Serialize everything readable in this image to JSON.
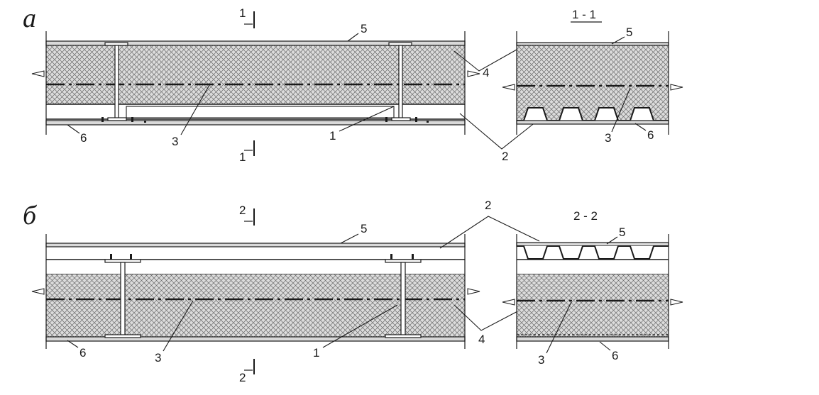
{
  "figure": {
    "panel_a": {
      "letter": "а",
      "section_mark_top": "1",
      "section_mark_bottom": "1",
      "section_title": "1 - 1",
      "labels": {
        "n1": "1",
        "n2": "2",
        "n3": "3",
        "n4": "4",
        "n5": "5",
        "n6": "6"
      },
      "section_labels": {
        "n3": "3",
        "n5": "5",
        "n6": "6"
      }
    },
    "panel_b": {
      "letter": "б",
      "section_mark_top": "2",
      "section_mark_bottom": "2",
      "section_title": "2 - 2",
      "labels": {
        "n1": "1",
        "n2": "2",
        "n3": "3",
        "n4": "4",
        "n5": "5",
        "n6": "6"
      },
      "section_labels": {
        "n3": "3",
        "n5": "5",
        "n6": "6"
      }
    }
  }
}
